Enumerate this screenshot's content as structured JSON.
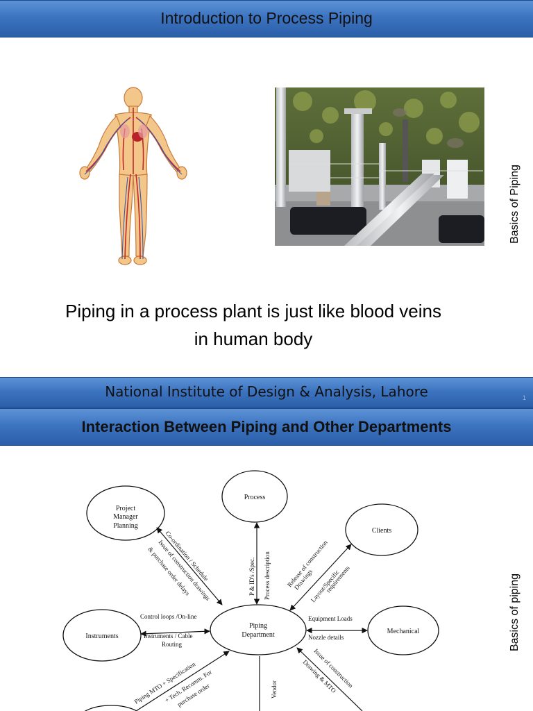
{
  "slide1": {
    "title": "Introduction to Process Piping",
    "caption_line1": "Piping in a process plant is just like blood veins",
    "caption_line2": "in human body",
    "side_label": "Basics of Piping",
    "footer": "National  Institute of Design & Analysis, Lahore",
    "page_number": "1"
  },
  "slide2": {
    "title": "Interaction Between Piping and Other Departments",
    "side_label": "Basics of piping",
    "nodes": {
      "process": "Process",
      "clients": "Clients",
      "pm_line1": "Project",
      "pm_line2": "Manager",
      "pm_line3": "Planning",
      "instruments": "Instruments",
      "mechanical": "Mechanical",
      "piping_line1": "Piping",
      "piping_line2": "Department"
    },
    "edges": {
      "pm_1": "Co-ordination / Schedule",
      "pm_2": "Issue of construction drawings",
      "pm_3": "& purchase order delays",
      "process_1": "P & ID's /Spec.",
      "process_2": "Process description",
      "clients_1": "Release of construction",
      "clients_2": "Drawings",
      "clients_3": "Layout/Specific",
      "clients_4": "requirements",
      "instr_1": "Control loops /On-line",
      "instr_2": "Instruments / Cable",
      "instr_3": "Routing",
      "mech_1": "Equipment Loads",
      "mech_2": "Nozzle details",
      "bl_1": "Piping MTO + Specification",
      "bl_2": "+ Tech. Recomm. For",
      "bl_3": "purchase order",
      "vendor": "Vendor",
      "br_1": "Issue of construction",
      "br_2": "Drawing & MTO"
    }
  }
}
